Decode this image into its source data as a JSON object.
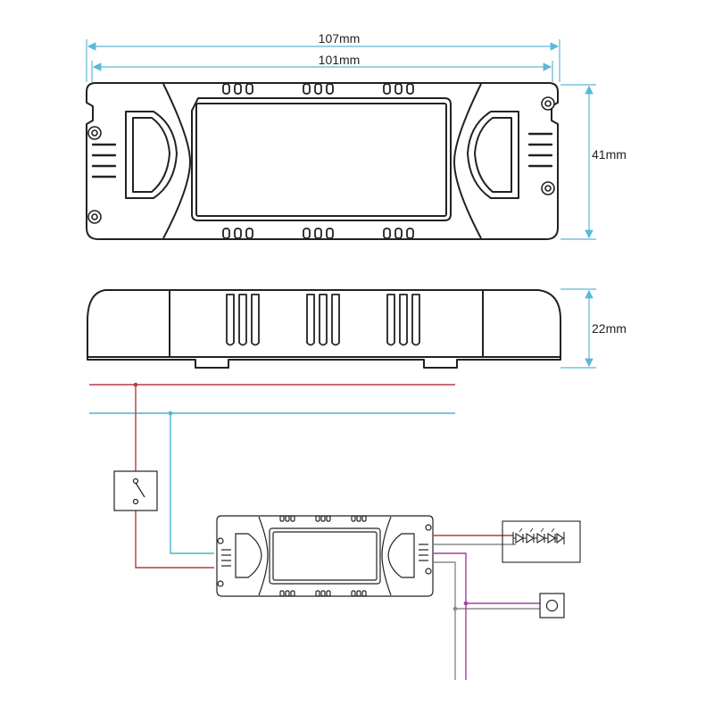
{
  "dimensions": {
    "overall_length": "107mm",
    "inner_length": "101mm",
    "width": "41mm",
    "height": "22mm"
  },
  "colors": {
    "dimension_line": "#5bb8d6",
    "outline": "#222222",
    "live_wire": "#b83a44",
    "neutral_wire": "#4ab4cf",
    "control_wire": "#a43fa3",
    "gray_wire": "#8a8a8a"
  },
  "icons": [
    "screw-icon",
    "switch-icon",
    "led-strip-icon",
    "push-button-icon"
  ]
}
